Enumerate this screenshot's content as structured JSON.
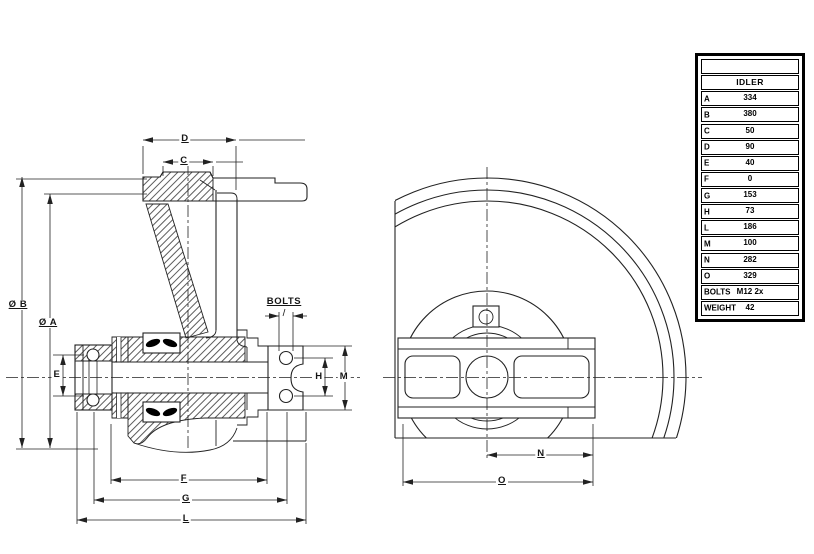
{
  "page": {
    "background": "#ffffff",
    "line_color": "#222222",
    "seal_color": "#000000"
  },
  "dims": {
    "d": "D",
    "c": "C",
    "dia_b": "Ø B",
    "dia_a": "Ø A",
    "e": "E",
    "bolts": "BOLTS",
    "h": "H",
    "m": "M",
    "f": "F",
    "g": "G",
    "l": "L",
    "n": "N",
    "o": "O"
  },
  "table": {
    "title": "IDLER",
    "rows": [
      {
        "label": "A",
        "value": "334"
      },
      {
        "label": "B",
        "value": "380"
      },
      {
        "label": "C",
        "value": "50"
      },
      {
        "label": "D",
        "value": "90"
      },
      {
        "label": "E",
        "value": "40"
      },
      {
        "label": "F",
        "value": "0"
      },
      {
        "label": "G",
        "value": "153"
      },
      {
        "label": "H",
        "value": "73"
      },
      {
        "label": "L",
        "value": "186"
      },
      {
        "label": "M",
        "value": "100"
      },
      {
        "label": "N",
        "value": "282"
      },
      {
        "label": "O",
        "value": "329"
      },
      {
        "label": "BOLTS",
        "value": "M12 2x"
      },
      {
        "label": "WEIGHT",
        "value": "42"
      }
    ]
  }
}
